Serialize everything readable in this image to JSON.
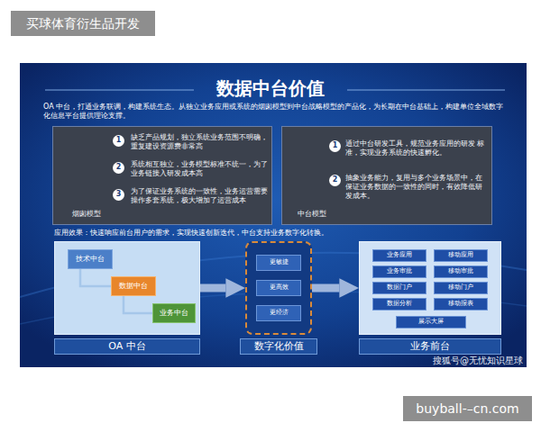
{
  "diagram": {
    "title": "数据中台价值",
    "nodes": [
      {
        "text": [
          "买球体育衍生品开发"
        ]
      },
      {
        "text": [
          "缺乏产品规划，独立系统业务范围不明确，重复建设资源费非常高",
          "系统相互独立，业务模型标准不统一，为了业务链接入研发成本高",
          "为了保证业务系统的一致性，业务运营需要操作多套系统，极大增加了运营成本",
          "烟囱模型"
        ]
      },
      {
        "text": [
          "1"
        ],
        "in": 1
      },
      {
        "text": [
          "2"
        ],
        "in": 1
      },
      {
        "text": [
          "3"
        ],
        "in": 1
      },
      {
        "text": [
          "通过中台研发工具，规范业务应用的研发 标准，实现业务系统的快速孵化。",
          "抽象业务能力，复用与多个业务场景中，在保证业务数据的一致性的同时，有效降低研发成本。",
          "中台模型"
        ]
      },
      {
        "text": [
          "1"
        ],
        "in": 5
      },
      {
        "text": [
          "2"
        ],
        "in": 5
      },
      {
        "text": [
          "OA 中台"
        ]
      },
      {
        "text": [
          "技术中台"
        ],
        "in": 8
      },
      {
        "text": [
          "数据中台"
        ],
        "in": 8
      },
      {
        "text": [
          "业务中台"
        ],
        "in": 8
      },
      {
        "text": [
          "数字化价值"
        ]
      },
      {
        "text": [
          "更敏捷"
        ],
        "in": 12
      },
      {
        "text": [
          "更高效"
        ],
        "in": 12
      },
      {
        "text": [
          "更经济"
        ],
        "in": 12
      },
      {
        "text": [
          "业务前台"
        ]
      },
      {
        "text": [
          "业务应用"
        ],
        "in": 16
      },
      {
        "text": [
          "移动应用"
        ],
        "in": 16
      },
      {
        "text": [
          "业务审批"
        ],
        "in": 16
      },
      {
        "text": [
          "移动审批"
        ],
        "in": 16
      },
      {
        "text": [
          "数据门户"
        ],
        "in": 16
      },
      {
        "text": [
          "移动门户"
        ],
        "in": 16
      },
      {
        "text": [
          "数据分析"
        ],
        "in": 16
      },
      {
        "text": [
          "移动报表"
        ],
        "in": 16
      },
      {
        "text": [
          "展示大屏"
        ],
        "in": 16
      },
      {
        "text": [
          "buyball-–cn.com"
        ]
      }
    ],
    "edges": [
      {
        "from": 9,
        "to": 10,
        "arrow": "none"
      },
      {
        "from": 10,
        "to": 11,
        "arrow": "none"
      },
      {
        "from": 8,
        "to": 12,
        "arrow": "to"
      },
      {
        "from": 12,
        "to": 16,
        "arrow": "to"
      }
    ],
    "labels": [
      "OA 中台，打通业务联调，构建系统生态。从独立业务应用或系统的烟囱模型到中台战略模型的产品化，为长期在中台基础上，构建单位全域数字化信息平台提供理论支撑。",
      "应用效果：快速响应前台用户的需求，实现快速创新迭代，中台支持业务数字化转换。",
      "搜狐号@无忧知识星球"
    ]
  }
}
